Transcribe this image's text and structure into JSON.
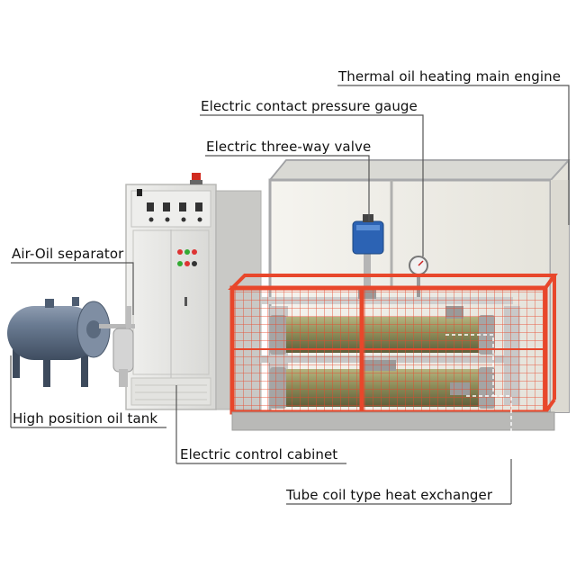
{
  "labels": {
    "main_engine": "Thermal oil heating main engine",
    "pressure_gauge": "Electric contact pressure gauge",
    "three_way_valve": "Electric three-way valve",
    "air_oil_separator": "Air-Oil separator",
    "oil_tank": "High position oil tank",
    "control_cabinet": "Electric control cabinet",
    "heat_exchanger": "Tube coil type heat exchanger"
  },
  "colors": {
    "frame_red": "#e8472b",
    "tank_gray": "#5d6f86",
    "engine_panel": "#efeee9",
    "cabinet_panel": "#e6e6e3",
    "pipe_olive": "#8b8b58",
    "valve_blue": "#2c63b4"
  }
}
